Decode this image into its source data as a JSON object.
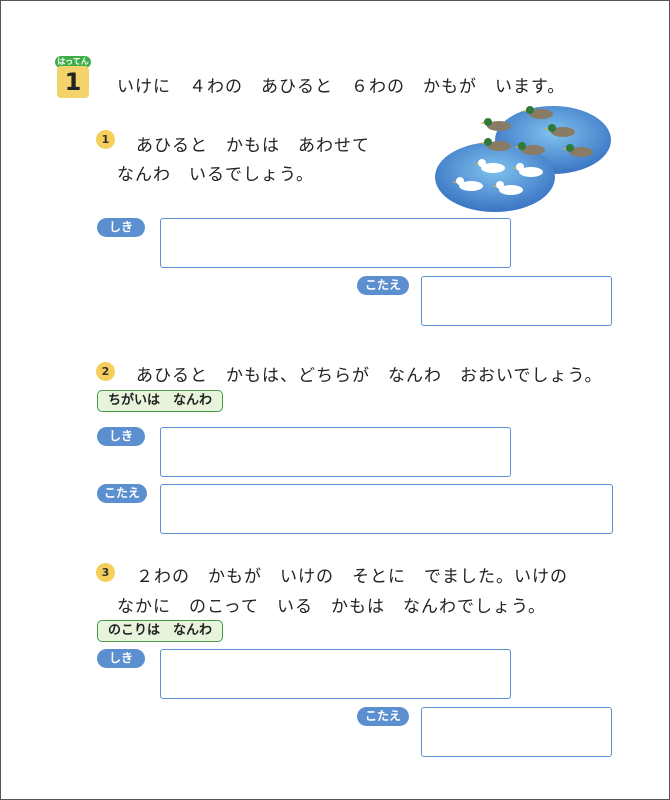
{
  "problem": {
    "badge_label": "はってん",
    "number": "1",
    "intro": "いけに　４わの　あひると　６わの　かもが　います。"
  },
  "questions": [
    {
      "num": "1",
      "lines": [
        "あひると　かもは　あわせて",
        "なんわ　いるでしょう。"
      ],
      "label": "",
      "shiki": "しき",
      "kotae": "こたえ"
    },
    {
      "num": "2",
      "lines": [
        "あひると　かもは、どちらが　なんわ　おおいでしょう。"
      ],
      "label": "ちがいは　なんわ",
      "shiki": "しき",
      "kotae": "こたえ"
    },
    {
      "num": "3",
      "lines": [
        "２わの　かもが　いけの　そとに　でました。いけの",
        "なかに　のこって　いる　かもは　なんわでしょう。"
      ],
      "label": "のこりは　なんわ",
      "shiki": "しき",
      "kotae": "こたえ"
    }
  ],
  "colors": {
    "pill": "#5b8fd0",
    "badge_green": "#3fae49",
    "badge_yellow": "#f5d36b",
    "pond_dark": "#2f5fb8",
    "pond_light": "#6cb0e6"
  },
  "illustration": {
    "ducks": 6,
    "white_ducks": 4
  }
}
